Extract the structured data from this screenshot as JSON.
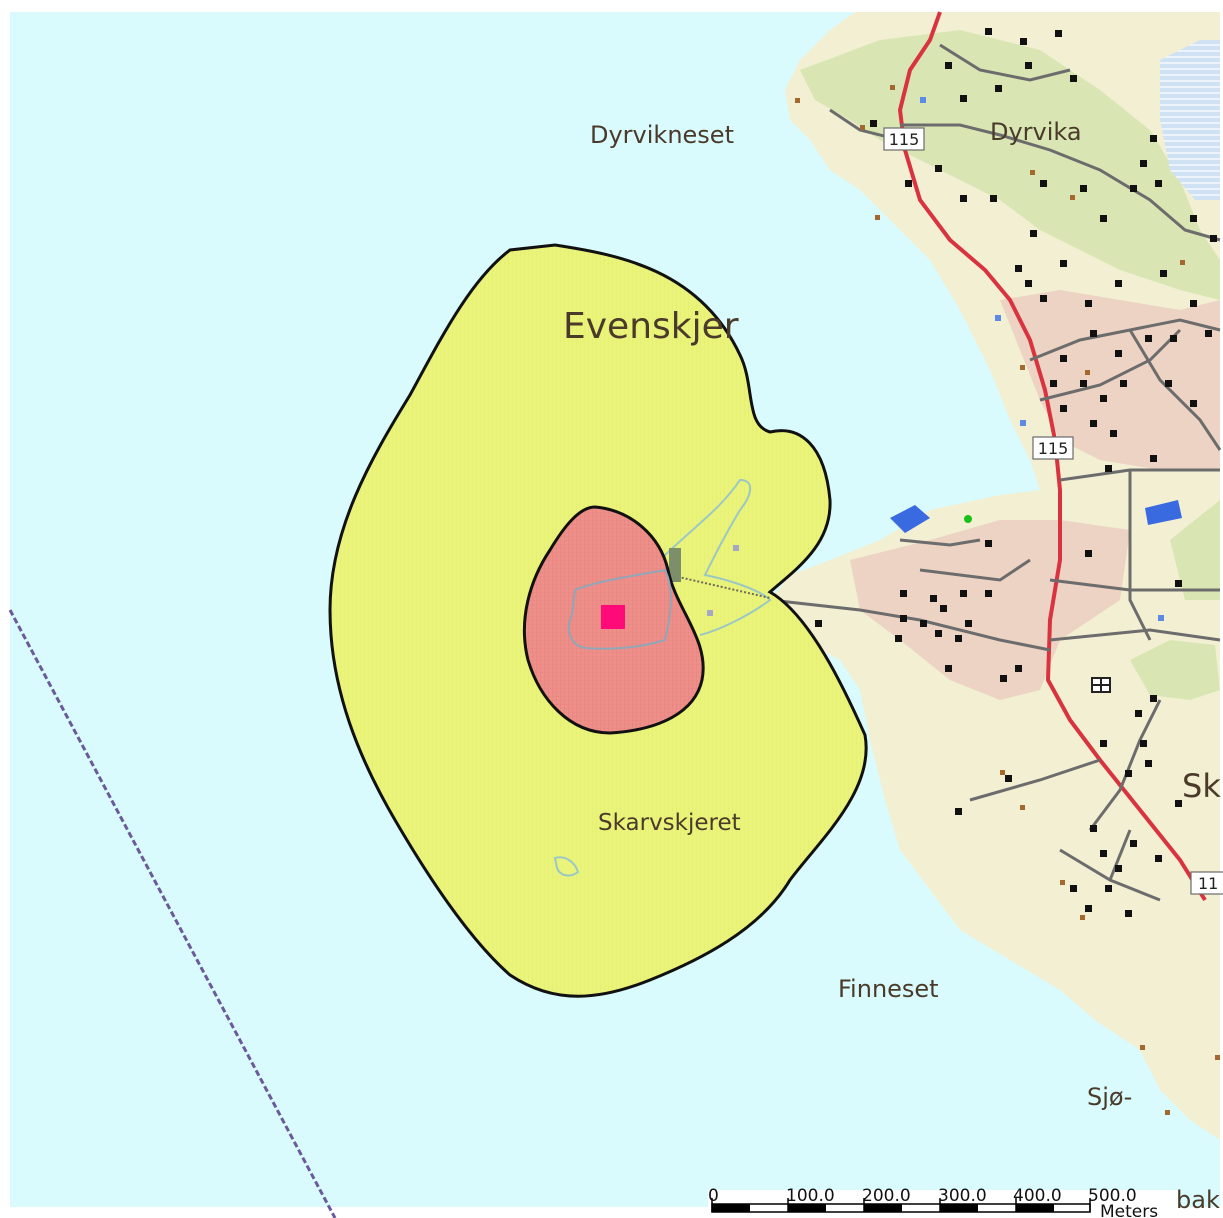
{
  "map": {
    "colors": {
      "water": "#d9fbfd",
      "land": "#f2efd2",
      "residential": "#ecd3c4",
      "forest": "#d9e6b4",
      "outer_zone": "#eaf37a",
      "inner_zone": "#ef8f8a",
      "road_main": "#d9333f",
      "road_minor": "#6c6c6c",
      "site_marker": "#ff0a78"
    },
    "labels": {
      "dyrvikneset": "Dyrvikneset",
      "dyrvika": "Dyrvika",
      "evenskjer": "Evenskjer",
      "skarvskjeret": "Skarvskjeret",
      "finneset": "Finneset",
      "sjo": "Sjø-",
      "sk": "Sk",
      "bak": "bak"
    },
    "road_shields": [
      "115",
      "115",
      "11"
    ],
    "scale_bar": {
      "ticks": [
        "0",
        "100.0",
        "200.0",
        "300.0",
        "400.0",
        "500.0"
      ],
      "unit": "Meters"
    }
  }
}
